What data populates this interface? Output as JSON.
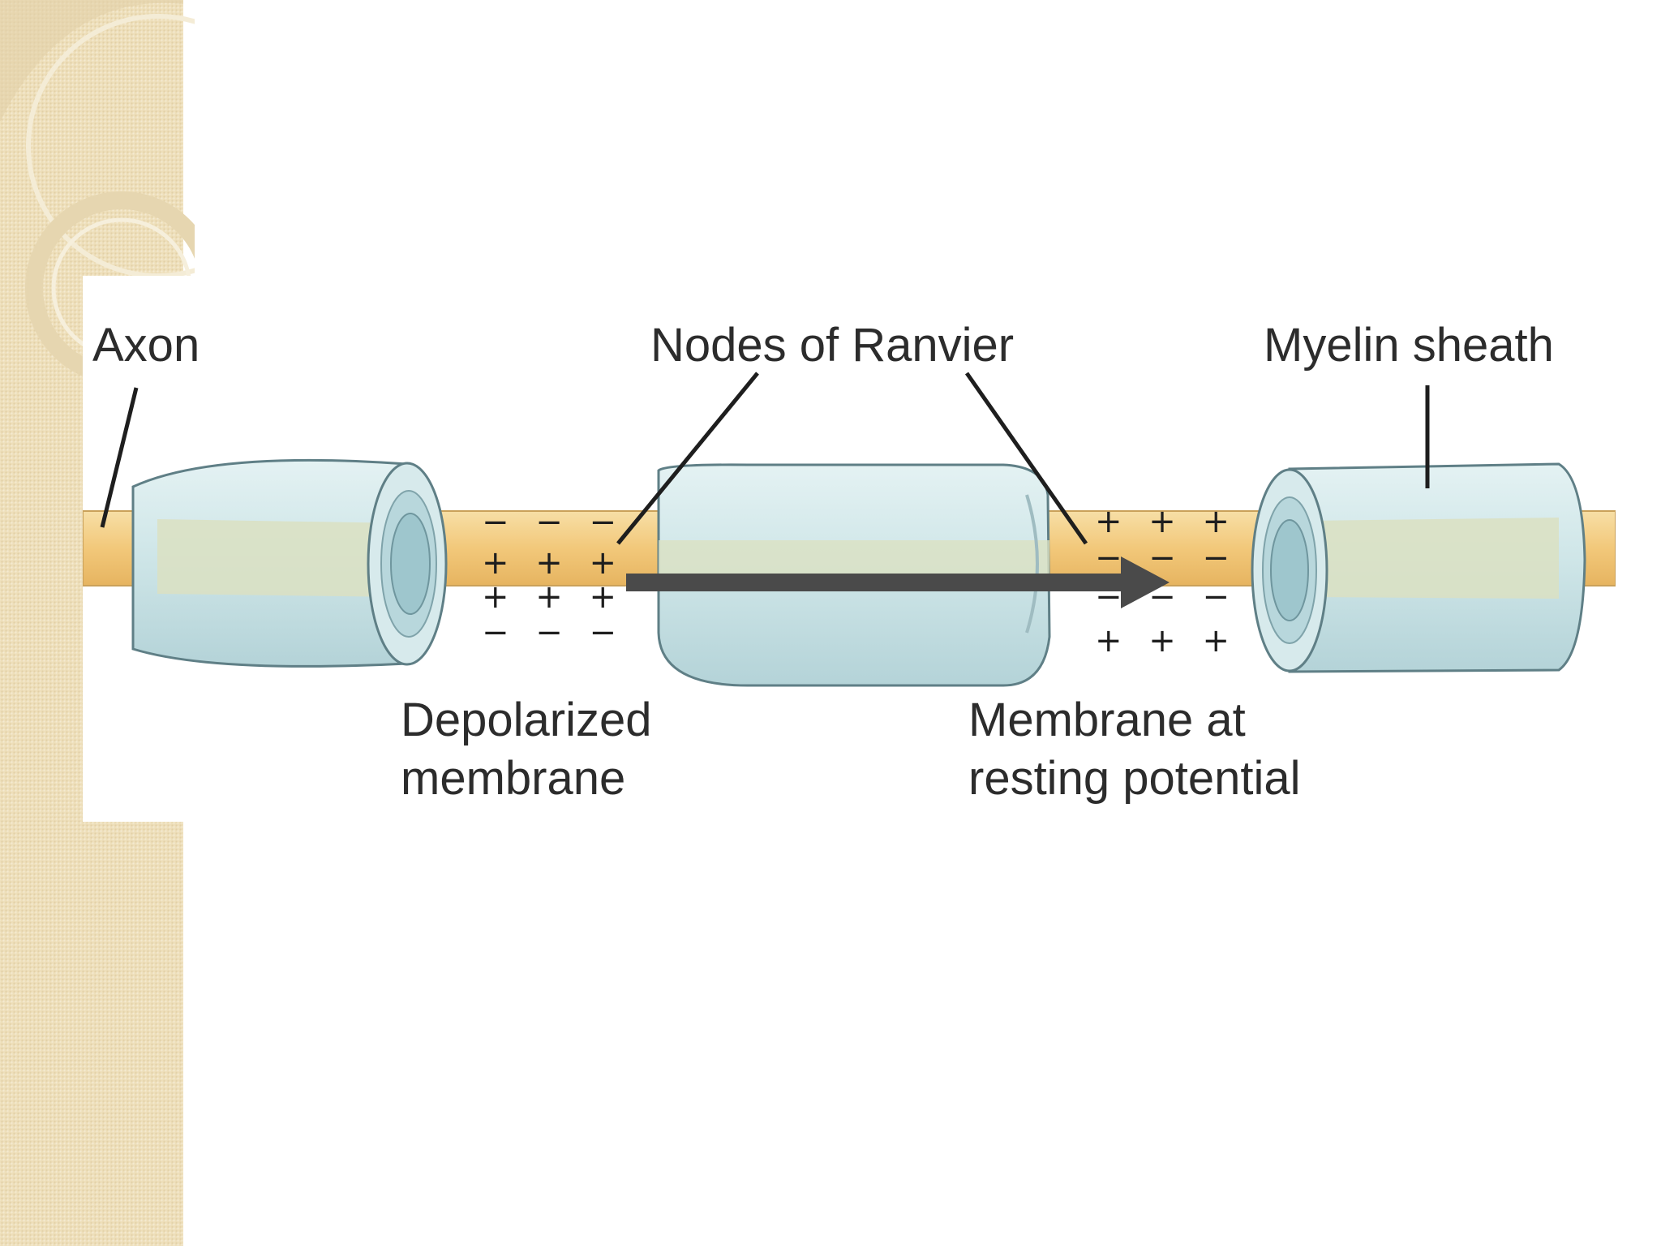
{
  "labels": {
    "axon": "Axon",
    "nodes": "Nodes of Ranvier",
    "myelin": "Myelin sheath",
    "depolarized": [
      "Depolarized",
      "membrane"
    ],
    "resting": [
      "Membrane at",
      "resting potential"
    ]
  },
  "charges": {
    "left_top": "− − −",
    "left_mid_1": "+ + +",
    "left_mid_2": "+ + +",
    "left_bottom": "− − −",
    "right_top": "+ + +",
    "right_mid_1": "− − −",
    "right_mid_2": "− − −",
    "right_bottom": "+ + +"
  },
  "colors": {
    "axon": "#f2c87a",
    "myelin": "#cfe6e8",
    "myelin_core": "#dbe1c2",
    "arrow": "#4a4a4a",
    "panel": "#eedfba"
  }
}
